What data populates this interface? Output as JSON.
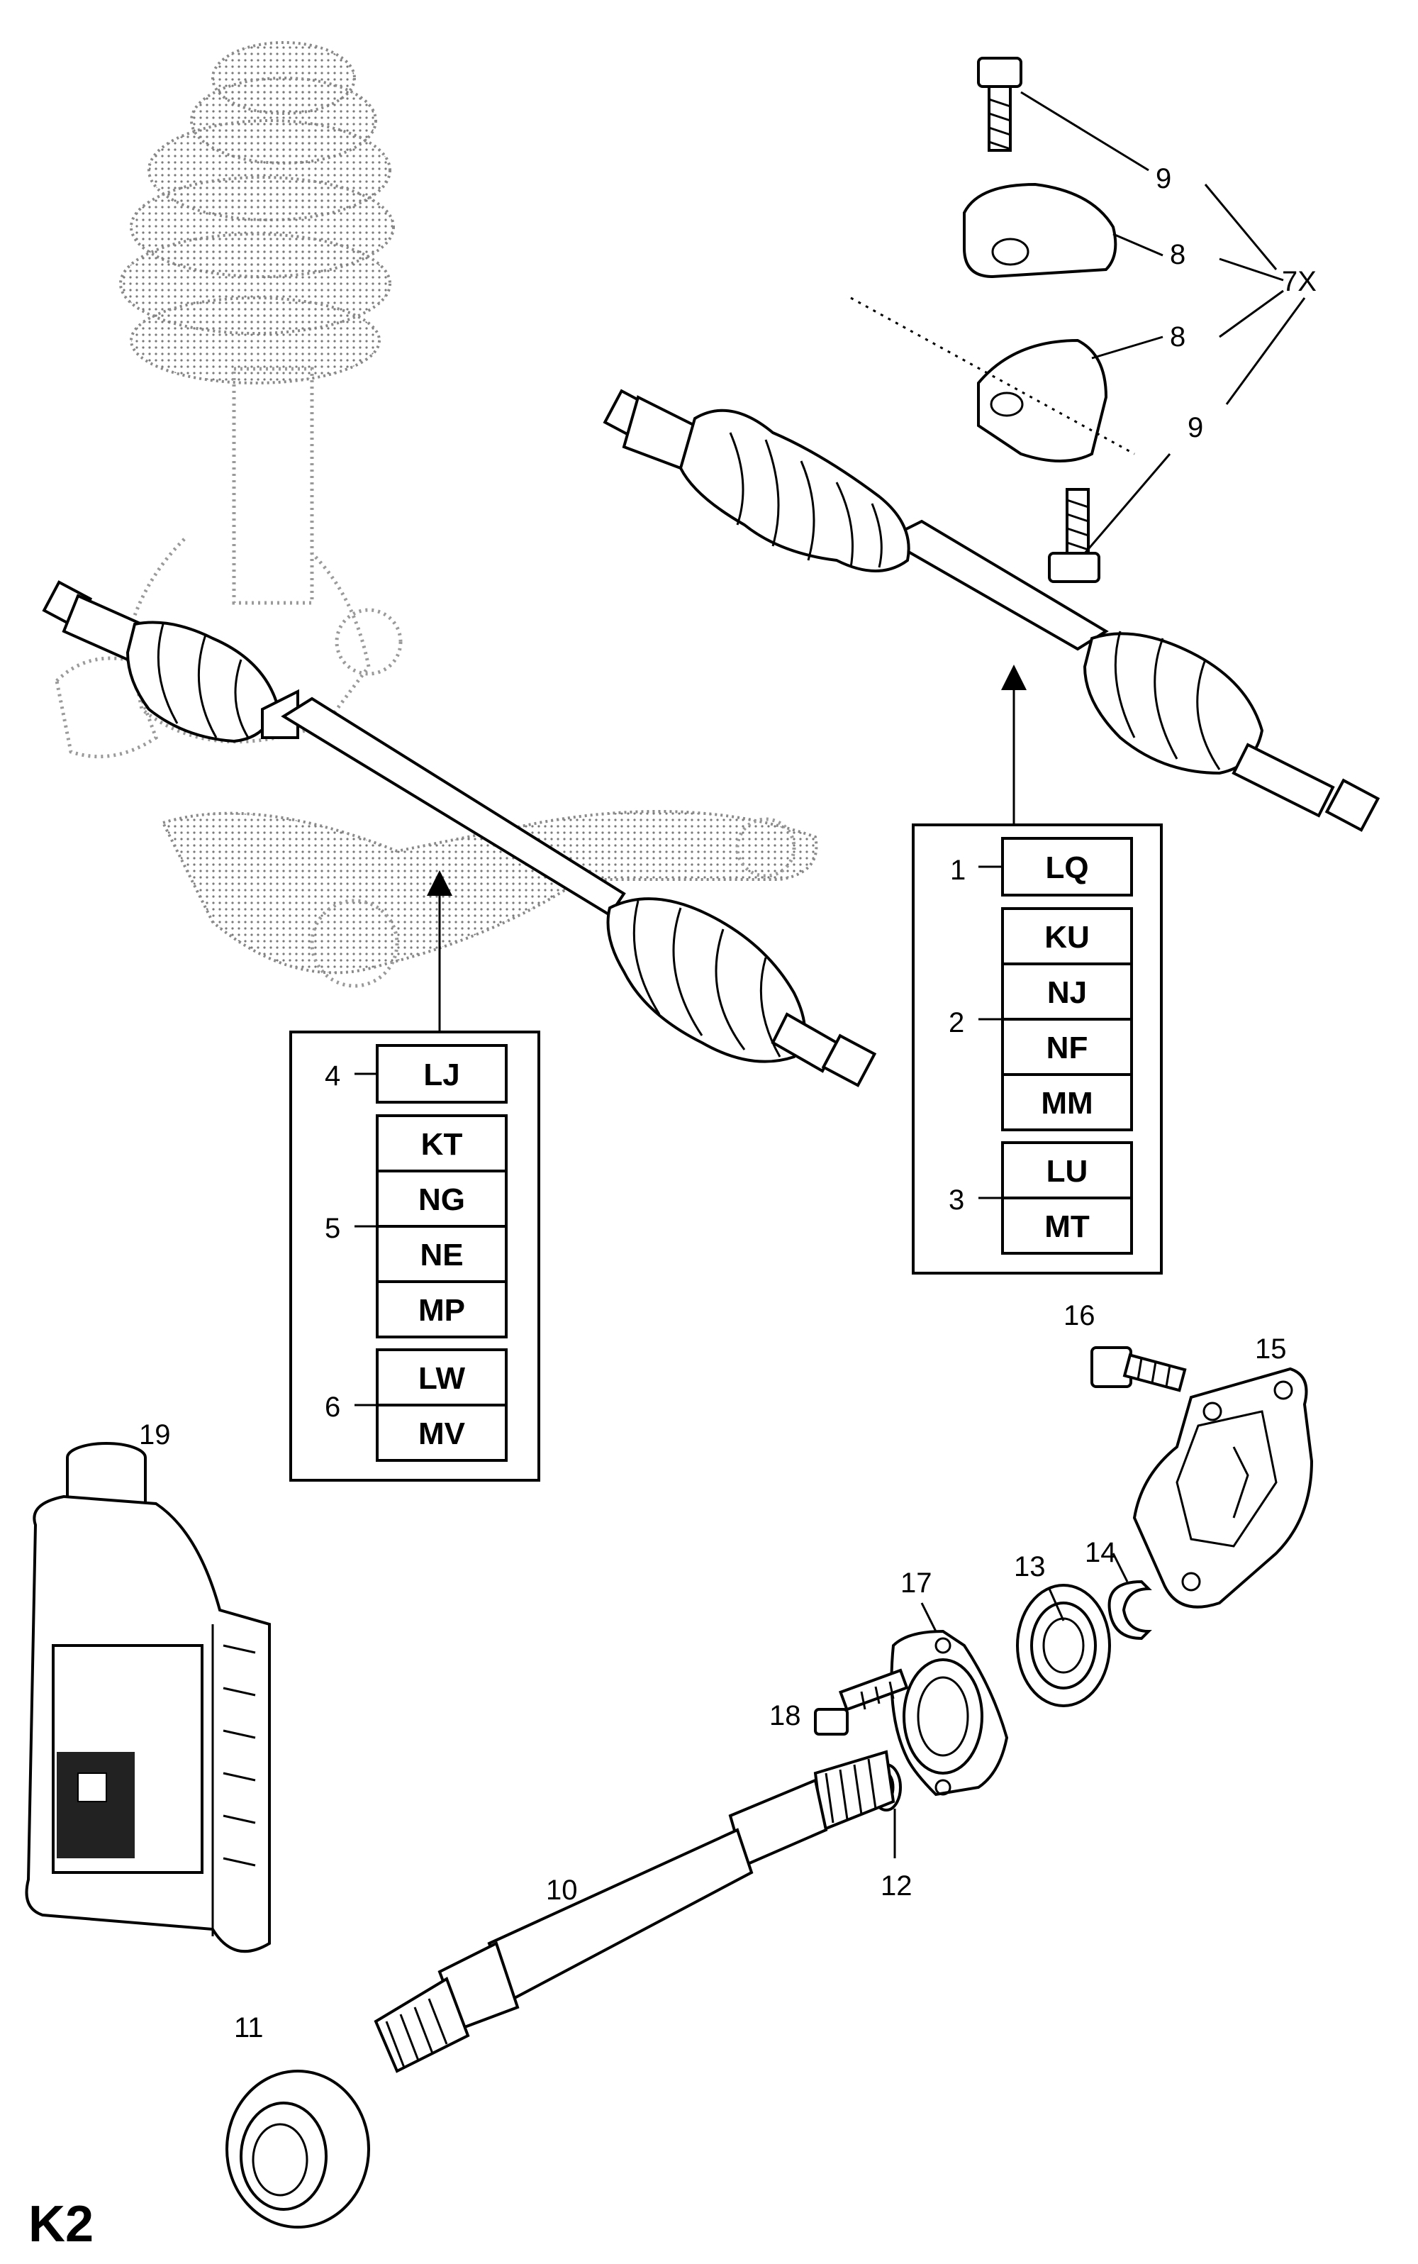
{
  "page_code": "K2",
  "callouts": {
    "c1": "1",
    "c2": "2",
    "c3": "3",
    "c4": "4",
    "c5": "5",
    "c6": "6",
    "c7": "7X",
    "c8a": "8",
    "c8b": "8",
    "c9a": "9",
    "c9b": "9",
    "c10": "10",
    "c11": "11",
    "c12": "12",
    "c13": "13",
    "c14": "14",
    "c15": "15",
    "c16": "16",
    "c17": "17",
    "c18": "18",
    "c19": "19"
  },
  "right_table": {
    "g1": [
      "LQ"
    ],
    "g2": [
      "KU",
      "NJ",
      "NF",
      "MM"
    ],
    "g3": [
      "LU",
      "MT"
    ]
  },
  "left_table": {
    "g4": [
      "LJ"
    ],
    "g5": [
      "KT",
      "NG",
      "NE",
      "MP"
    ],
    "g6": [
      "LW",
      "MV"
    ]
  }
}
